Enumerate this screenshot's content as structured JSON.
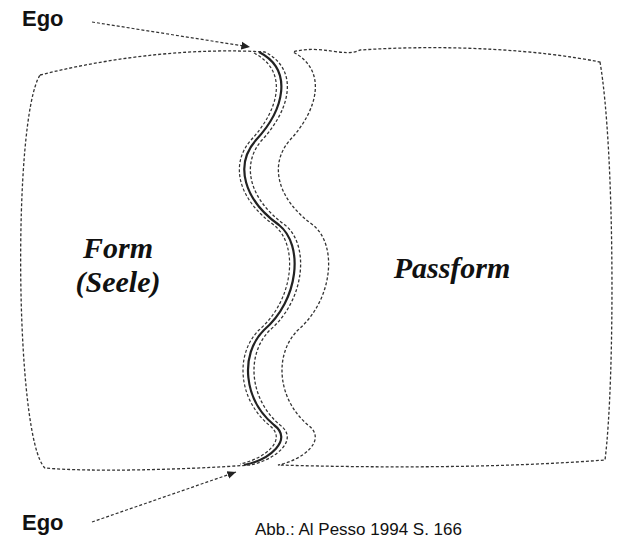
{
  "diagram": {
    "caption": "Abb.: Al Pesso 1994 S. 166",
    "nodes": [
      {
        "text": [
          "Form (Seele)"
        ]
      },
      {
        "text": [
          "Passform"
        ]
      }
    ],
    "labels": [
      "Ego",
      "Ego"
    ]
  }
}
